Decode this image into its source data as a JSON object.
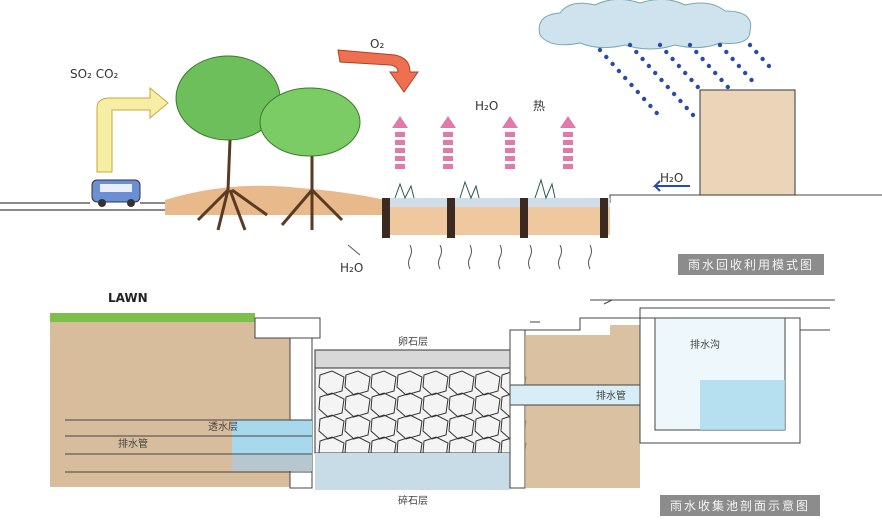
{
  "top_diagram": {
    "caption": "雨水回收利用模式图",
    "labels": {
      "pollutants": "SO₂ CO₂",
      "oxygen": "O₂",
      "water_vapor": "H₂O",
      "heat": "热",
      "runoff": "H₂O",
      "infiltration": "H₂O"
    }
  },
  "bottom_diagram": {
    "caption": "雨水收集池剖面示意图",
    "labels": {
      "lawn": "LAWN",
      "pebble_layer": "卵石层",
      "drain_ditch": "排水沟",
      "drain_pipe_right": "排水管",
      "permeable_layer": "透水层",
      "drain_pipe_left": "排水管",
      "gravel_layer": "碎石层"
    }
  },
  "colors": {
    "rain": "#2a4aa8",
    "vapor_arrow": "#e07aa8",
    "oxygen_arrow": "#e8623a",
    "pollutant_arrow": "#f2e48a",
    "caption_bg": "#8c8c8c"
  }
}
